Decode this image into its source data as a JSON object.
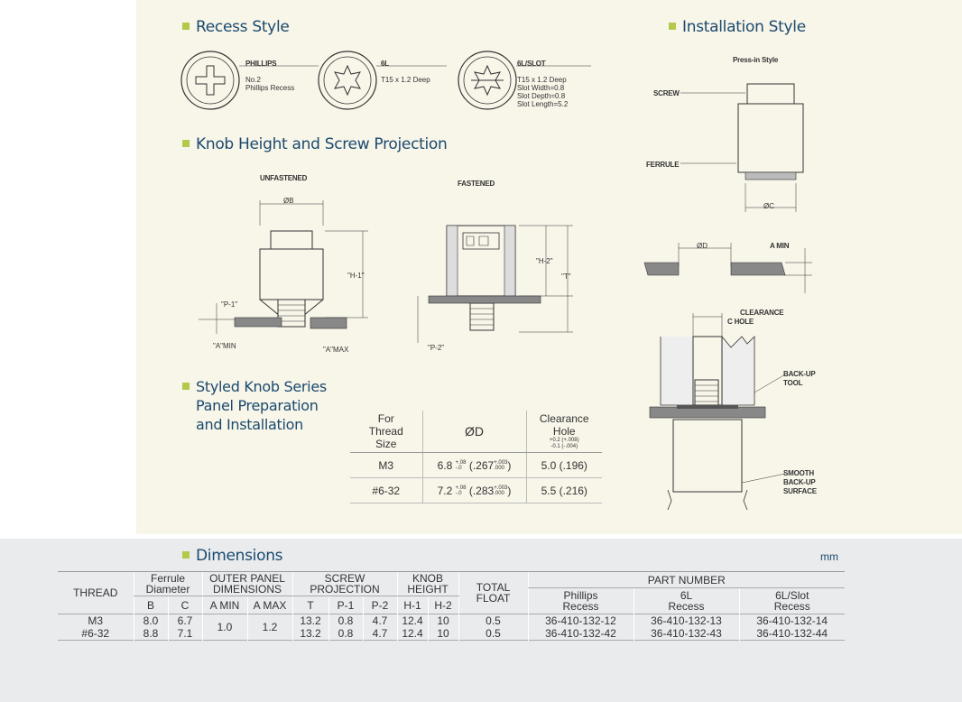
{
  "headings": {
    "recess_style": "Recess Style",
    "installation_style": "Installation Style",
    "knob_height": "Knob Height and Screw Projection",
    "panel_prep": [
      "Styled Knob Series",
      "Panel Preparation",
      "and Installation"
    ],
    "dimensions": "Dimensions"
  },
  "recess": {
    "phillips": {
      "name": "PHILLIPS",
      "line1": "No.2",
      "line2": "Phillips Recess"
    },
    "sixl": {
      "name": "6L",
      "line1": "T15 x 1.2 Deep"
    },
    "sixl_slot": {
      "name": "6L/SLOT",
      "line1": "T15 x 1.2 Deep",
      "line2": "Slot Width=0.8",
      "line3": "Slot Depth=0.8",
      "line4": "Slot Length=5.2"
    }
  },
  "knob": {
    "unfastened": "UNFASTENED",
    "fastened": "FASTENED",
    "b": "ØB",
    "h1": "\"H-1\"",
    "h2": "\"H-2\"",
    "t": "\"T\"",
    "p1": "\"P-1\"",
    "p2": "\"P-2\"",
    "amin": "\"A\"MIN",
    "amax": "\"A\"MAX"
  },
  "install": {
    "press_in": "Press-in Style",
    "screw": "SCREW",
    "ferrule": "FERRULE",
    "c": "ØC",
    "d": "ØD",
    "a_min": "A MIN",
    "clearance": "CLEARANCE",
    "c_hole": "C HOLE",
    "backup": "BACK-UP",
    "tool": "TOOL",
    "smooth": "SMOOTH",
    "backup2": "BACK-UP",
    "surface": "SURFACE"
  },
  "prep": {
    "headers": {
      "for_thread": [
        "For",
        "Thread",
        "Size"
      ],
      "od": "ØD",
      "clearance": [
        "Clearance",
        "Hole"
      ],
      "clearance_tol1": "+0.2 (+.008)",
      "clearance_tol2": "-0.1 (-.004)"
    },
    "rows": [
      {
        "thread": "M3",
        "d": "6.8",
        "d_tol_plus": "+.08",
        "d_tol_minus": "-.0",
        "d_in": "(.267",
        "d_in_plus": "+.003",
        "d_in_minus": ".000",
        "d_close": ")",
        "hole": "5.0 (.196)"
      },
      {
        "thread": "#6-32",
        "d": "7.2",
        "d_tol_plus": "+.08",
        "d_tol_minus": "-.0",
        "d_in": "(.283",
        "d_in_plus": "+.003",
        "d_in_minus": ".000",
        "d_close": ")",
        "hole": "5.5 (.216)"
      }
    ]
  },
  "dimensions": {
    "unit": "mm",
    "headers": {
      "thread": "THREAD",
      "ferrule": [
        "Ferrule",
        "Diameter"
      ],
      "outer_panel": [
        "OUTER PANEL",
        "DIMENSIONS"
      ],
      "screw_proj": [
        "SCREW",
        "PROJECTION"
      ],
      "knob_height": [
        "KNOB",
        "HEIGHT"
      ],
      "total_float": [
        "TOTAL",
        "FLOAT"
      ],
      "part_number": "PART NUMBER",
      "phillips": [
        "Phillips",
        "Recess"
      ],
      "sixl": [
        "6L",
        "Recess"
      ],
      "sixl_slot": [
        "6L/Slot",
        "Recess"
      ],
      "b": "B",
      "c": "C",
      "amin": "A MIN",
      "amax": "A MAX",
      "t": "T",
      "p1": "P-1",
      "p2": "P-2",
      "h1": "H-1",
      "h2": "H-2"
    },
    "shared": {
      "amin": "1.0",
      "amax": "1.2"
    },
    "rows": [
      {
        "thread": "M3",
        "b": "8.0",
        "c": "6.7",
        "t": "13.2",
        "p1": "0.8",
        "p2": "4.7",
        "h1": "12.4",
        "h2": "10",
        "float": "0.5",
        "pn_phillips": "36-410-132-12",
        "pn_6l": "36-410-132-13",
        "pn_6lslot": "36-410-132-14"
      },
      {
        "thread": "#6-32",
        "b": "8.8",
        "c": "7.1",
        "t": "13.2",
        "p1": "0.8",
        "p2": "4.7",
        "h1": "12.4",
        "h2": "10",
        "float": "0.5",
        "pn_phillips": "36-410-132-42",
        "pn_6l": "36-410-132-43",
        "pn_6lslot": "36-410-132-44"
      }
    ]
  }
}
